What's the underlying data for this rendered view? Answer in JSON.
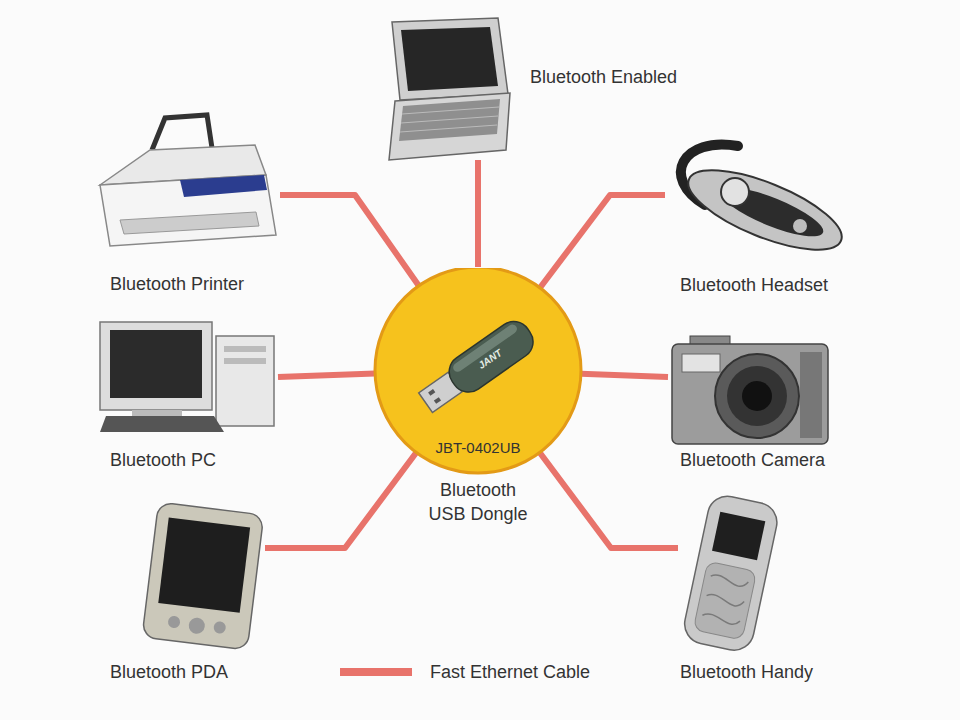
{
  "diagram": {
    "nodes": [
      {
        "text": [
          "Bluetooth Enabled"
        ]
      },
      {
        "text": [
          "Bluetooth Printer"
        ]
      },
      {
        "text": [
          "Bluetooth Headset"
        ]
      },
      {
        "text": [
          "JBT-0402UB",
          "Bluetooth USB Dongle"
        ]
      },
      {
        "text": [
          "Bluetooth PC"
        ]
      },
      {
        "text": [
          "Bluetooth Camera"
        ]
      },
      {
        "text": [
          "Bluetooth PDA"
        ]
      },
      {
        "text": [
          "Bluetooth Handy"
        ]
      }
    ],
    "edges": [
      {
        "from": 3,
        "to": 0,
        "arrow": "none"
      },
      {
        "from": 3,
        "to": 1,
        "arrow": "none"
      },
      {
        "from": 3,
        "to": 2,
        "arrow": "none"
      },
      {
        "from": 3,
        "to": 4,
        "arrow": "none"
      },
      {
        "from": 3,
        "to": 5,
        "arrow": "none"
      },
      {
        "from": 3,
        "to": 6,
        "arrow": "none"
      },
      {
        "from": 3,
        "to": 7,
        "arrow": "none"
      }
    ],
    "labels": [
      "JANT"
    ],
    "legend": [
      {
        "text": "Fast Ethernet Cable"
      }
    ]
  }
}
